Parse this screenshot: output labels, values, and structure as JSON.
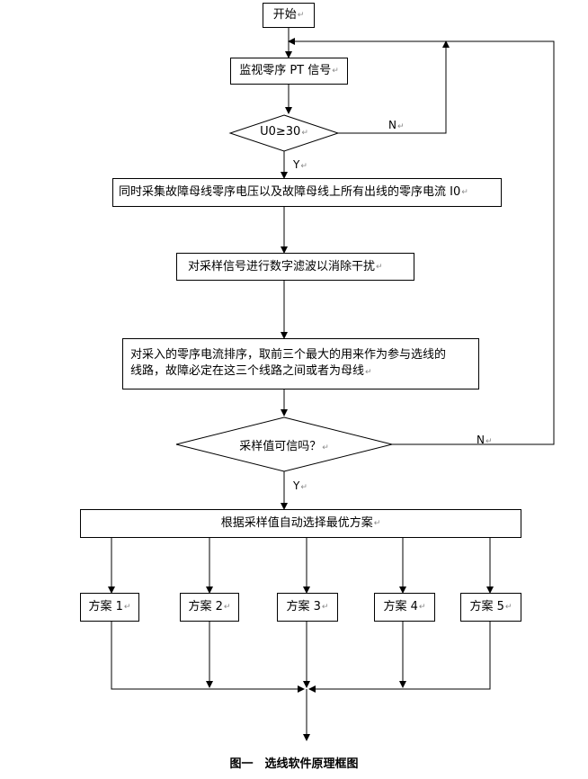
{
  "nodes": {
    "start": "开始",
    "monitor": "监视零序 PT 信号",
    "cond_u0": "U0≥30",
    "collect": "同时采集故障母线零序电压以及故障母线上所有出线的零序电流 I0",
    "filter": "对采样信号进行数字滤波以消除干扰",
    "sort_line1": "对采入的零序电流排序，取前三个最大的用来作为参与选线的",
    "sort_line2": "线路，故障必定在这三个线路之间或者为母线",
    "cond_trust": "采样值可信吗？",
    "select": "根据采样值自动选择最优方案",
    "plans": [
      "方案 1",
      "方案 2",
      "方案 3",
      "方案 4",
      "方案 5"
    ]
  },
  "labels": {
    "no1": "N",
    "yes1": "Y",
    "no2": "N",
    "yes2": "Y"
  },
  "para_mark": "↵",
  "caption": "图一　选线软件原理框图"
}
